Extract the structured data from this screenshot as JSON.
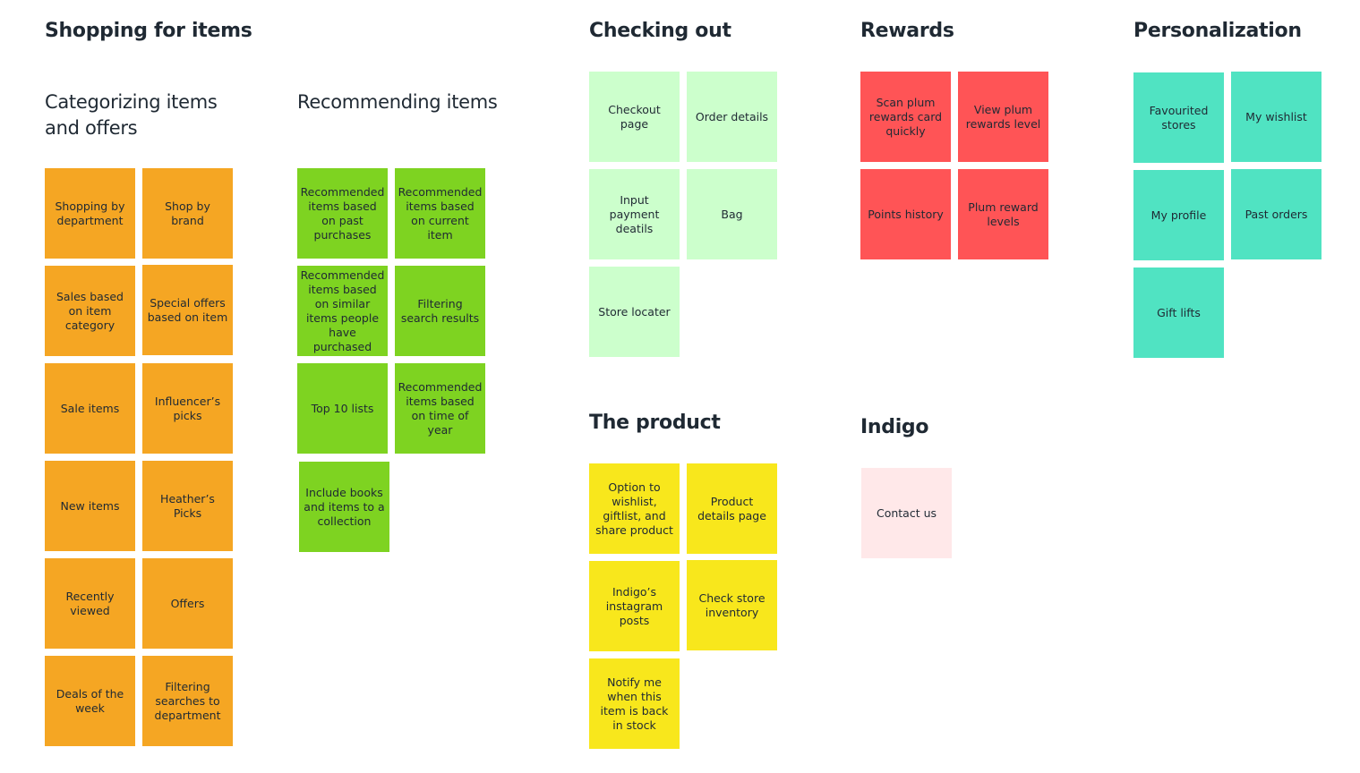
{
  "colors": {
    "orange": "#f5a623",
    "green": "#7ed321",
    "mint": "#ccffcc",
    "red": "#ff5456",
    "teal": "#50e3c2",
    "yellow": "#f8e71c",
    "pink": "#ffe8e9"
  },
  "sections": {
    "shopping": {
      "title": "Shopping for items",
      "categorizing": {
        "title": "Categorizing items and offers",
        "notes": [
          "Shopping by department",
          "Shop by brand",
          "Sales based on item category",
          "Special offers based on item",
          "Sale items",
          "Influencer’s picks",
          "New items",
          "Heather’s Picks",
          "Recently viewed",
          "Offers",
          "Deals of the week",
          "Filtering searches to department"
        ]
      },
      "recommending": {
        "title": "Recommending items",
        "notes": [
          "Recommended items based on past purchases",
          "Recommended items based on current item",
          "Recommended items based on similar items people have purchased",
          "Filtering search results",
          "Top 10 lists",
          "Recommended items based on time of year",
          "Include books and items to a collection"
        ]
      }
    },
    "checkout": {
      "title": "Checking out",
      "notes": [
        "Checkout page",
        "Order details",
        "Input payment deatils",
        "Bag",
        "Store locater"
      ]
    },
    "rewards": {
      "title": "Rewards",
      "notes": [
        "Scan plum rewards card quickly",
        "View plum rewards level",
        "Points history",
        "Plum reward levels"
      ]
    },
    "personalization": {
      "title": "Personalization",
      "notes": [
        "Favourited stores",
        "My wishlist",
        "My profile",
        "Past orders",
        "Gift lifts"
      ]
    },
    "product": {
      "title": "The product",
      "notes": [
        "Option to wishlist, giftlist, and share product",
        "Product details page",
        "Indigo’s instagram posts",
        "Check store inventory",
        "Notify me when this item is back in stock"
      ]
    },
    "indigo": {
      "title": "Indigo",
      "notes": [
        "Contact us"
      ]
    }
  }
}
